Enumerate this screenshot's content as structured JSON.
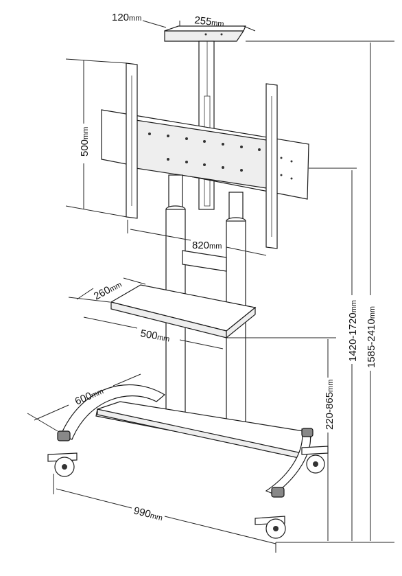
{
  "dimensions": {
    "top_plate_offset": {
      "value": "120",
      "unit": "mm"
    },
    "top_plate_width": {
      "value": "255",
      "unit": "mm"
    },
    "vesa_height": {
      "value": "500",
      "unit": "mm"
    },
    "vesa_width": {
      "value": "820",
      "unit": "mm"
    },
    "shelf_depth": {
      "value": "260",
      "unit": "mm"
    },
    "shelf_width": {
      "value": "500",
      "unit": "mm"
    },
    "base_depth": {
      "value": "600",
      "unit": "mm"
    },
    "base_width": {
      "value": "990",
      "unit": "mm"
    },
    "shelf_height": {
      "value": "220-865",
      "unit": "mm"
    },
    "mount_height": {
      "value": "1420-1720",
      "unit": "mm"
    },
    "overall_height": {
      "value": "1585-2410",
      "unit": "mm"
    }
  }
}
